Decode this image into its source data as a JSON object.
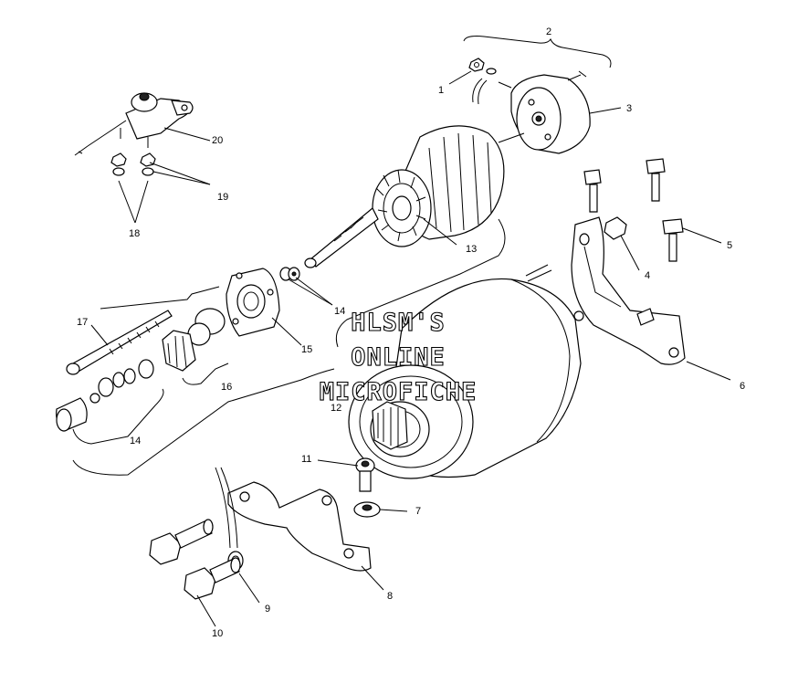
{
  "watermark": {
    "line1": "HLSM'S",
    "line2": "ONLINE",
    "line3": "MICROFICHE"
  },
  "callouts": [
    {
      "id": "c1",
      "text": "1"
    },
    {
      "id": "c2",
      "text": "2"
    },
    {
      "id": "c3",
      "text": "3"
    },
    {
      "id": "c4",
      "text": "4"
    },
    {
      "id": "c5",
      "text": "5"
    },
    {
      "id": "c6",
      "text": "6"
    },
    {
      "id": "c7",
      "text": "7"
    },
    {
      "id": "c8",
      "text": "8"
    },
    {
      "id": "c9",
      "text": "9"
    },
    {
      "id": "c10",
      "text": "10"
    },
    {
      "id": "c11",
      "text": "11"
    },
    {
      "id": "c12",
      "text": "12"
    },
    {
      "id": "c13",
      "text": "13"
    },
    {
      "id": "c14a",
      "text": "14"
    },
    {
      "id": "c14b",
      "text": "14"
    },
    {
      "id": "c15",
      "text": "15"
    },
    {
      "id": "c16",
      "text": "16"
    },
    {
      "id": "c17",
      "text": "17"
    },
    {
      "id": "c18",
      "text": "18"
    },
    {
      "id": "c19",
      "text": "19"
    },
    {
      "id": "c20",
      "text": "20"
    }
  ]
}
